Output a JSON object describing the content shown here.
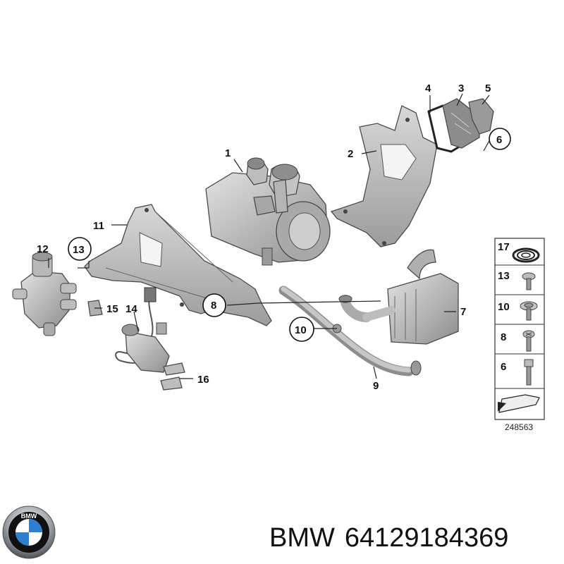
{
  "diagram": {
    "callouts": {
      "p1": "1",
      "p2": "2",
      "p3": "3",
      "p4": "4",
      "p5": "5",
      "p6": "6",
      "p7": "7",
      "p8": "8",
      "p9": "9",
      "p10": "10",
      "p11": "11",
      "p12": "12",
      "p13": "13",
      "p14": "14",
      "p15": "15",
      "p16": "16"
    },
    "fastener_panel": {
      "items": [
        "17",
        "13",
        "10",
        "8",
        "6"
      ]
    },
    "reference_number": "248563"
  },
  "brand": {
    "logo_text": "BMW",
    "name": "BMW",
    "part_number": "64129184369"
  },
  "colors": {
    "part_fill": "#c8c8c8",
    "part_dark": "#9a9a9a",
    "ink": "#111111",
    "logo_blue": "#2f7fd0"
  }
}
